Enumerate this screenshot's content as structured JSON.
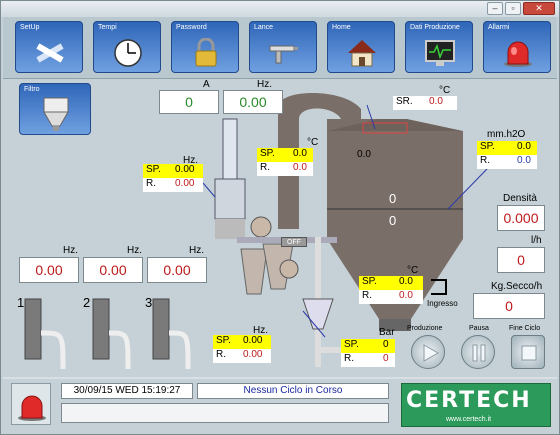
{
  "toolbar": {
    "items": [
      {
        "label": "SetUp",
        "icon": "setup-tools-icon"
      },
      {
        "label": "Tempi",
        "icon": "clock-icon"
      },
      {
        "label": "Password",
        "icon": "padlock-icon"
      },
      {
        "label": "Lance",
        "icon": "spray-gun-icon"
      },
      {
        "label": "Home",
        "icon": "house-icon"
      },
      {
        "label": "Dati Produzione",
        "icon": "monitor-icon"
      },
      {
        "label": "Allarmi",
        "icon": "alarm-siren-icon"
      }
    ],
    "filtro_label": "Filtro"
  },
  "process": {
    "a_label": "A",
    "a_value": "0",
    "hz_top_label": "Hz.",
    "hz_top_value": "0.00",
    "deg_sr_label": "°C",
    "sr_label": "SR.",
    "sr_value": "0.0",
    "c_label": "°C",
    "c_sp_label": "SP.",
    "c_sp_value": "0.0",
    "c_r_label": "R.",
    "c_r_value": "0.0",
    "chamber_value": "0.0",
    "mmh2o_label": "mm.h2O",
    "mm_sp_label": "SP.",
    "mm_sp_value": "0.0",
    "mm_r_label": "R.",
    "mm_r_value": "0.0",
    "hz_left_label": "Hz.",
    "hz_left_sp_label": "SP.",
    "hz_left_sp_value": "0.00",
    "hz_left_r_label": "R.",
    "hz_left_r_value": "0.00",
    "center_value1": "0",
    "center_value2": "0",
    "off_label": "OFF",
    "densita_label": "Densità",
    "densita_value": "0.000",
    "lh_label": "l/h",
    "lh_value": "0",
    "kg_label": "Kg.Secco/h",
    "kg_value": "0",
    "pump_hz_label": "Hz.",
    "pumps": [
      {
        "num": "1",
        "hz": "0.00"
      },
      {
        "num": "2",
        "hz": "0.00"
      },
      {
        "num": "3",
        "hz": "0.00"
      }
    ],
    "cone_c_label": "°C",
    "cone_sp_label": "SP.",
    "cone_sp_value": "0.0",
    "cone_r_label": "R.",
    "cone_r_value": "0.0",
    "ingresso_label": "Ingresso",
    "bottom_hz_label": "Hz.",
    "bottom_sp_label": "SP.",
    "bottom_sp_value": "0.00",
    "bottom_r_label": "R.",
    "bottom_r_value": "0.00",
    "bar_label": "Bar",
    "bar_sp_label": "SP.",
    "bar_sp_value": "0",
    "bar_r_label": "R.",
    "bar_r_value": "0",
    "produzione_label": "Produzione",
    "pausa_label": "Pausa",
    "fine_label": "Fine Ciclo"
  },
  "status": {
    "datetime": "30/09/15 WED 15:19:27",
    "cycle": "Nessun Ciclo in Corso",
    "brand": "CERTECH",
    "brand_url": "www.certech.it"
  }
}
